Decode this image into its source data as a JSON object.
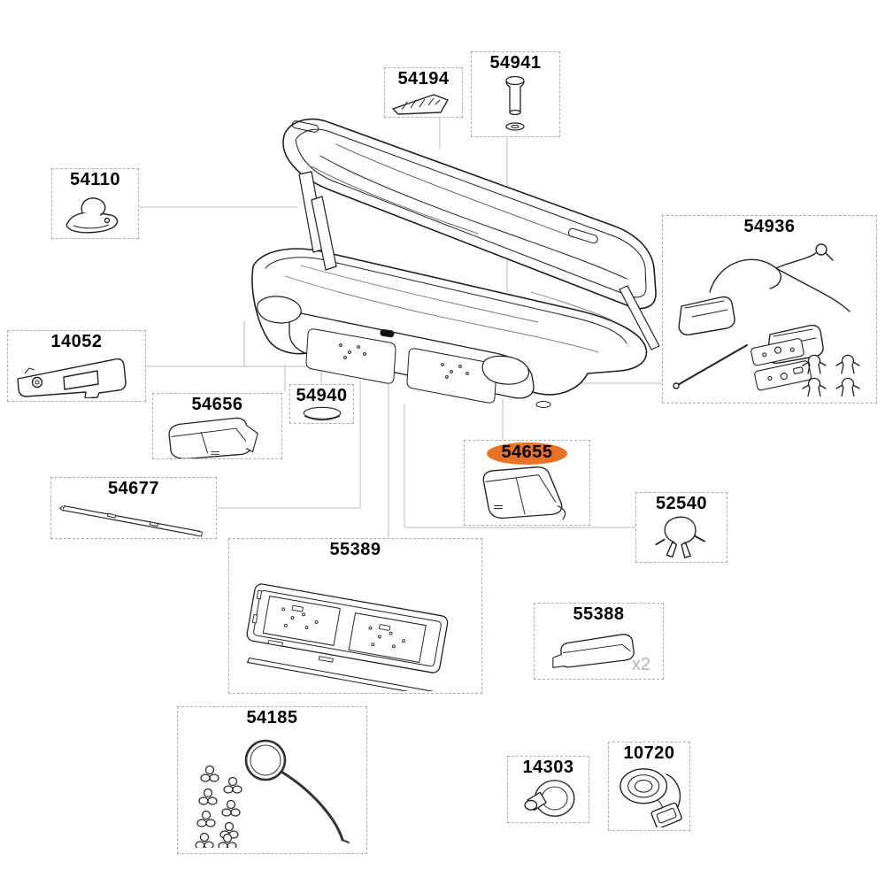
{
  "colors": {
    "highlight": "#e87227",
    "line_art": "#1f1f1f",
    "leader_line": "#c8c8c8",
    "box_border": "#adadad",
    "muted_text": "#b3b3b3"
  },
  "illustration": {
    "name": "roof-cargo-box-open-lid"
  },
  "parts": [
    {
      "label": "54194",
      "icon": "thule-badge-icon",
      "highlighted": false
    },
    {
      "label": "54941",
      "icon": "bolt-washer-icon",
      "highlighted": false
    },
    {
      "label": "54110",
      "icon": "lid-latch-icon",
      "highlighted": false
    },
    {
      "label": "54936",
      "icon": "light-kit-icon",
      "highlighted": false
    },
    {
      "label": "14052",
      "icon": "handle-panel-icon",
      "highlighted": false
    },
    {
      "label": "54656",
      "icon": "lamp-cover-left-icon",
      "highlighted": false
    },
    {
      "label": "54940",
      "icon": "oval-cap-icon",
      "highlighted": false
    },
    {
      "label": "54677",
      "icon": "trim-strip-icon",
      "highlighted": false
    },
    {
      "label": "54655",
      "icon": "lamp-cover-right-icon",
      "highlighted": true
    },
    {
      "label": "52540",
      "icon": "cable-clip-icon",
      "highlighted": false
    },
    {
      "label": "55389",
      "icon": "license-plate-holder-icon",
      "highlighted": false
    },
    {
      "label": "55388",
      "icon": "end-cap-icon",
      "highlighted": false,
      "qty": "x2"
    },
    {
      "label": "54185",
      "icon": "fixation-kit-icon",
      "highlighted": false
    },
    {
      "label": "14303",
      "icon": "suction-knob-icon",
      "highlighted": false
    },
    {
      "label": "10720",
      "icon": "strap-icon",
      "highlighted": false
    }
  ]
}
